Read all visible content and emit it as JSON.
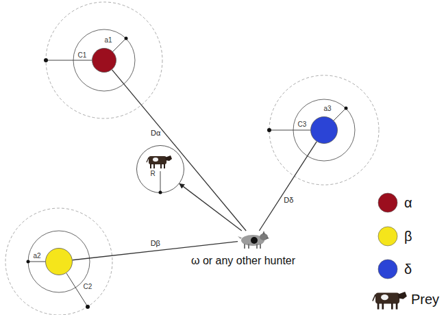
{
  "diagram": {
    "nodes": [
      {
        "text": [
          "a1",
          "C1"
        ]
      },
      {
        "text": [
          "a3",
          "C3"
        ]
      },
      {
        "text": [
          "R"
        ]
      },
      {
        "text": [
          "ω or any other hunter"
        ]
      },
      {
        "text": [
          "a2",
          "C2"
        ]
      }
    ],
    "edges": [
      {
        "from": 3,
        "to": 0,
        "arrow": "none",
        "label": "Dα"
      },
      {
        "from": 3,
        "to": 1,
        "arrow": "none",
        "label": "Dδ"
      },
      {
        "from": 3,
        "to": 2,
        "arrow": "to"
      },
      {
        "from": 3,
        "to": 4,
        "arrow": "none",
        "label": "Dβ"
      }
    ],
    "legend": [
      {
        "text": "α",
        "color": "#9b0e1e"
      },
      {
        "text": "β",
        "color": "#f5e51b"
      },
      {
        "text": "δ",
        "color": "#2b44d6"
      },
      {
        "text": "Prey"
      }
    ]
  }
}
